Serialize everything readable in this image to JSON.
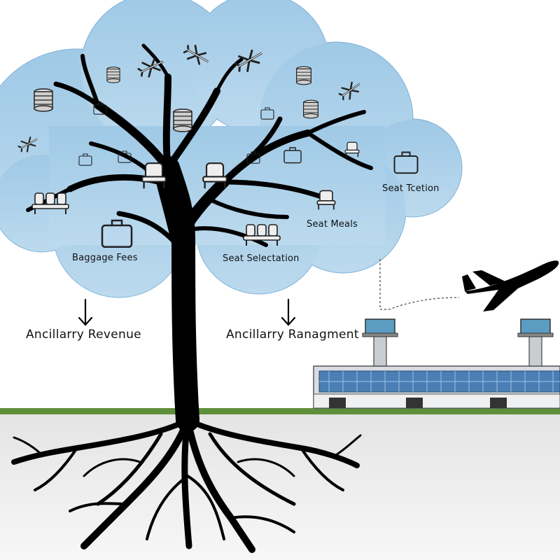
{
  "labels": {
    "baggage_fees": "Baggage Fees",
    "seat_selection": "Seat Selectation",
    "seat_meals": "Seat Meals",
    "seat_tcetion": "Seat Tcetion",
    "ancillary_revenue": "Ancillarry Revenue",
    "ancillary_ranagment": "Ancillarry Ranagment"
  },
  "colors": {
    "cloud": "#a9cfe8",
    "cloud_edge": "#6fa8cf",
    "tree": "#000000",
    "grass": "#5f8f3a",
    "ground": "#ededed",
    "terminal_glass": "#4a7fb5",
    "tower_glass": "#5b9cc2"
  },
  "icons": [
    "airplane-icon",
    "coins-icon",
    "suitcase-icon",
    "seat-icon"
  ]
}
